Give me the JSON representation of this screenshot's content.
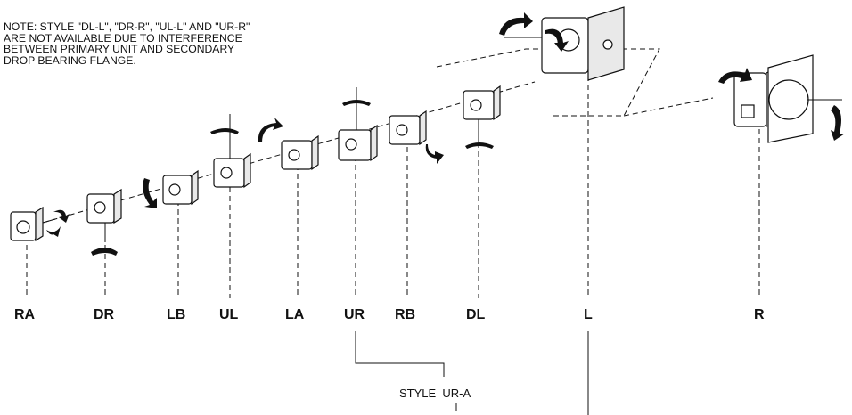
{
  "note": {
    "lines": [
      "NOTE:  STYLE \"DL-L\", \"DR-R\", \"UL-L\" AND \"UR-R\"",
      "ARE NOT AVAILABLE DUE TO INTERFERENCE",
      "BETWEEN PRIMARY UNIT AND SECONDARY",
      "DROP BEARING FLANGE."
    ]
  },
  "styles": [
    "RA",
    "DR",
    "LB",
    "UL",
    "LA",
    "UR",
    "RB",
    "DL",
    "L",
    "R"
  ],
  "callout": {
    "label": "STYLE  UR-A"
  },
  "colors": {
    "ink": "#111111",
    "background": "#ffffff"
  }
}
